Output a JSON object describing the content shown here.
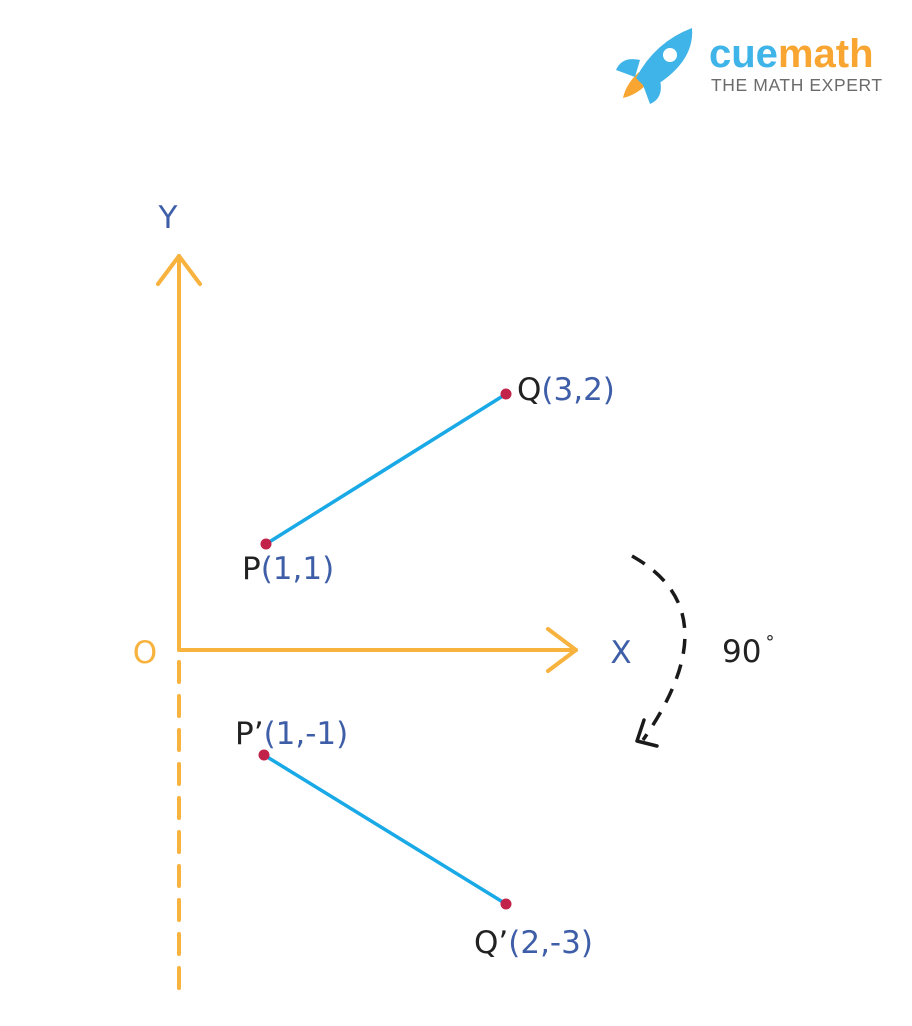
{
  "brand": {
    "name_part1": "cue",
    "name_part2": "math",
    "tagline": "THE MATH EXPERT",
    "logo_icon": "rocket-icon",
    "colors": {
      "cue": "#3fb4e8",
      "math": "#f8a532",
      "tagline": "#6b6b6b"
    }
  },
  "axes": {
    "y_label": "Y",
    "x_label": "X",
    "origin_label": "O",
    "color": "#f8b23e",
    "label_color": "#3e5ea8"
  },
  "rotation": {
    "angle_text": "90",
    "degree_symbol": "°",
    "direction": "clockwise",
    "arrow_color": "#1a1a1a"
  },
  "points": {
    "P": {
      "name": "P",
      "coords": "(1,1)"
    },
    "Q": {
      "name": "Q",
      "coords": "(3,2)"
    },
    "P2": {
      "name": "P’",
      "coords": "(1,-1)"
    },
    "Q2": {
      "name": "Q’",
      "coords": "(2,-3)"
    }
  },
  "segments": [
    {
      "name": "segment-PQ",
      "from": "P",
      "to": "Q"
    },
    {
      "name": "segment-P2Q2",
      "from": "P2",
      "to": "Q2"
    }
  ],
  "colors": {
    "segment": "#18a9e6",
    "point": "#c2234a",
    "point_name": "#222222",
    "coords": "#3e5ea8"
  }
}
